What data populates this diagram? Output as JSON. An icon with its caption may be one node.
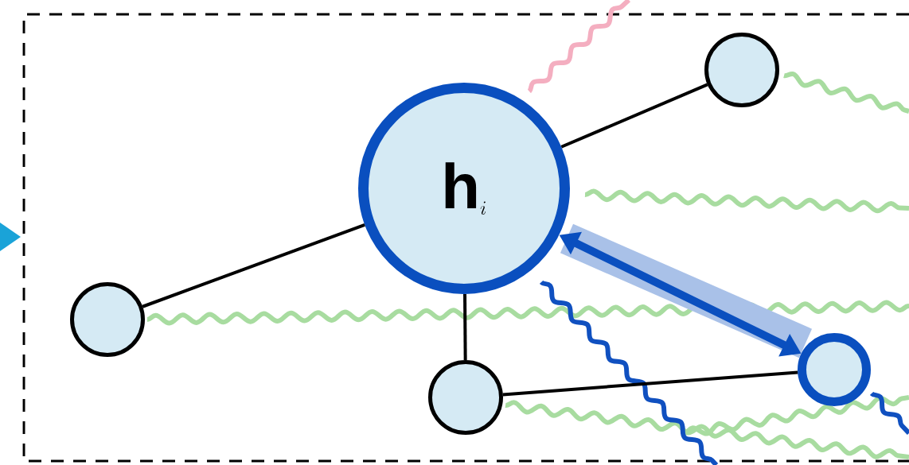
{
  "diagram": {
    "nodes": [
      {
        "text": [
          "\\mathbf{h}_i"
        ]
      },
      {
        "text": [],
        "shape": "circle"
      },
      {
        "text": [],
        "shape": "circle"
      },
      {
        "text": [],
        "shape": "circle"
      },
      {
        "text": [],
        "shape": "circle"
      }
    ],
    "edges": [
      {
        "from": 0,
        "to": 1,
        "arrow": "none"
      },
      {
        "from": 2,
        "to": 0,
        "arrow": "none"
      },
      {
        "from": 0,
        "to": 3,
        "arrow": "none"
      },
      {
        "from": 3,
        "to": 4,
        "arrow": "none"
      },
      {
        "from": 0,
        "to": 4,
        "arrow": "both",
        "style": "thick",
        "color": "#0a4fbf"
      }
    ]
  }
}
